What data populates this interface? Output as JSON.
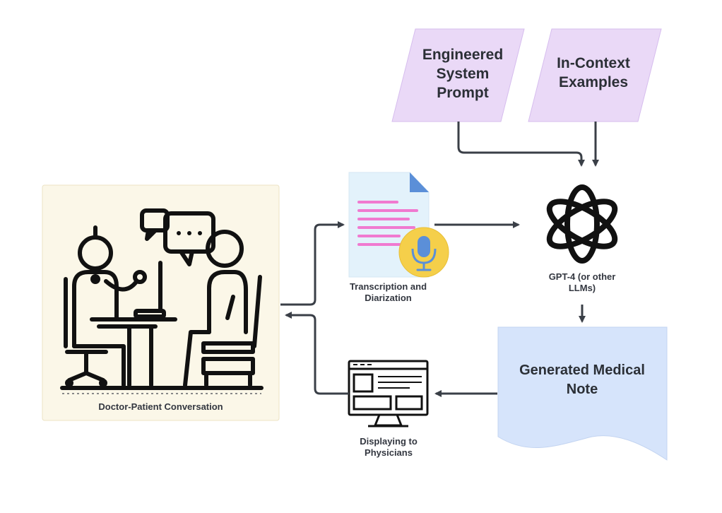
{
  "prompt_box": {
    "label": "Engineered System Prompt",
    "fill": "#ead9f7"
  },
  "examples_box": {
    "label": "In-Context Examples",
    "fill": "#ead9f7"
  },
  "conversation": {
    "label": "Doctor-Patient Conversation",
    "panel_fill": "#fbf7e8",
    "icon": "doctor-patient-icon"
  },
  "transcription": {
    "label": "Transcription and Diarization",
    "icon": "transcript-document-icon"
  },
  "llm": {
    "label": "GPT-4 (or other LLMs)",
    "icon": "openai-logo-icon"
  },
  "note": {
    "label": "Generated Medical Note",
    "fill": "#d6e4fb"
  },
  "display": {
    "label": "Displaying to Physicians",
    "icon": "monitor-icon"
  },
  "colors": {
    "arrow": "#3a3f47",
    "ink": "#111111",
    "mic": "#f5cf4a"
  }
}
